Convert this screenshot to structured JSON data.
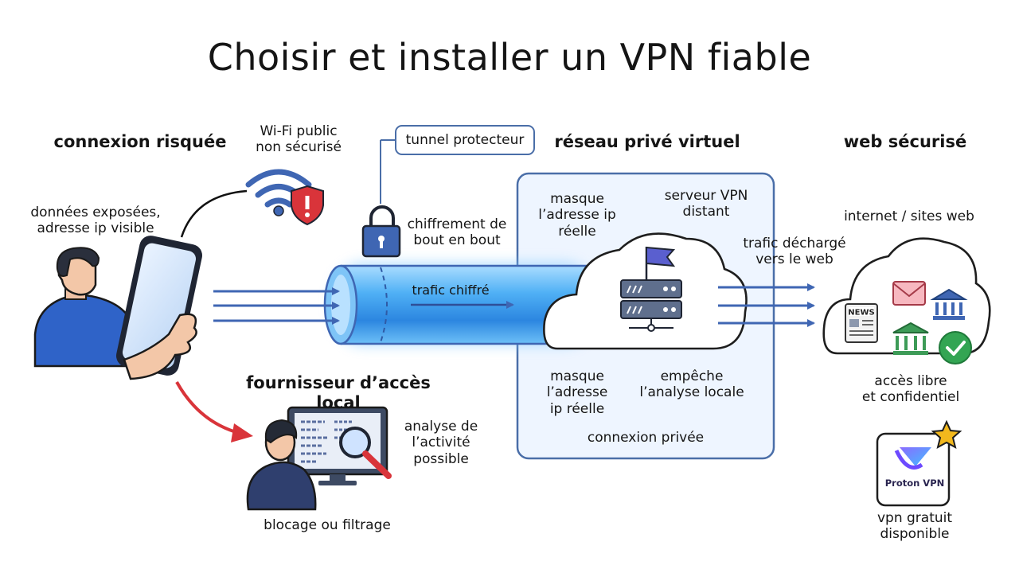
{
  "title": "Choisir et installer un VPN fiable",
  "sections": {
    "risky": {
      "heading": "connexion risquée",
      "wifi": [
        "Wi-Fi public",
        "non sécurisé"
      ],
      "exposed": [
        "données exposées,",
        "adresse ip visible"
      ]
    },
    "isp": {
      "heading": "fournisseur d’accès local",
      "analysis": [
        "analyse de",
        "l’activité",
        "possible"
      ],
      "blocking": "blocage ou filtrage"
    },
    "tunnel": {
      "label": "tunnel protecteur",
      "encryption": [
        "chiffrement de",
        "bout en bout"
      ],
      "encrypted_traffic": "trafic chiffré"
    },
    "vpn": {
      "heading": "réseau privé virtuel",
      "mask_top": [
        "masque",
        "l’adresse ip",
        "réelle"
      ],
      "server": [
        "serveur VPN",
        "distant"
      ],
      "mask_bottom": [
        "masque",
        "l’adresse",
        "ip réelle"
      ],
      "prevent": [
        "empêche",
        "l’analyse locale"
      ],
      "private": "connexion privée"
    },
    "web": {
      "heading": "web sécurisé",
      "internet": "internet / sites web",
      "offload": [
        "trafic déchargé",
        "vers le web"
      ],
      "free_access": [
        "accès libre",
        "et confidentiel"
      ],
      "news": "NEWS",
      "proton": "Proton VPN",
      "free_vpn": [
        "vpn gratuit",
        "disponible"
      ]
    }
  },
  "colors": {
    "accent_blue": "#3f66b3",
    "tunnel_blue": "#3aa0f0",
    "warning_red": "#d9343a",
    "check_green": "#33a553",
    "star_yellow": "#f2b81d",
    "proton_purple": "#6d4aff"
  },
  "icons": [
    "wifi-icon",
    "shield-alert-icon",
    "lock-icon",
    "server-icon",
    "flag-icon",
    "cloud-icon",
    "news-icon",
    "mail-icon",
    "bank-icon",
    "check-icon",
    "magnifier-icon",
    "star-icon",
    "phone-icon",
    "user-icon"
  ]
}
